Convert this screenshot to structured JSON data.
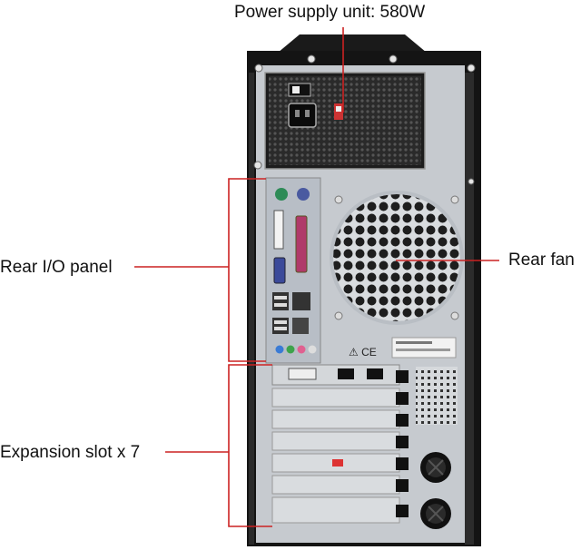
{
  "labels": {
    "psu": "Power supply unit: 580W",
    "io": "Rear I/O panel",
    "fan": "Rear fan",
    "expansion": "Expansion slot x 7"
  },
  "colors": {
    "callout": "#cc2222",
    "case_body": "#c9cdd1",
    "case_frame": "#111111",
    "io_panel": "#bcc3cb"
  },
  "expansion_slots": 7
}
